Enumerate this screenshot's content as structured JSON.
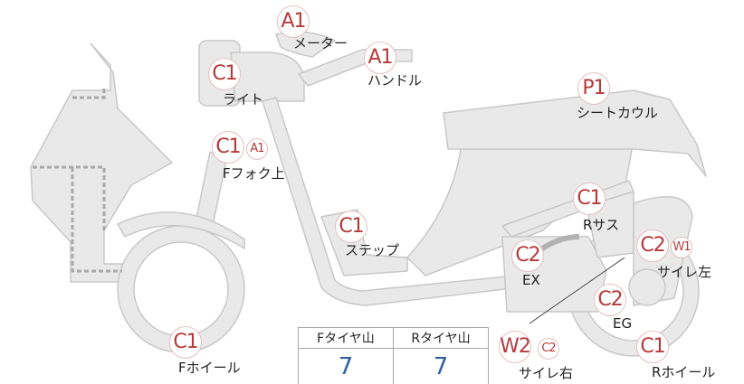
{
  "colors": {
    "badge_text": "#b73a3a",
    "value_text": "#2f5f9c",
    "part_fill": "#e9e9e9",
    "part_stroke": "#c8c8c8",
    "dash": "#a9a9a9"
  },
  "parts": {
    "meter": {
      "label": "メーター",
      "badges": [
        "A1"
      ]
    },
    "handle": {
      "label": "ハンドル",
      "badges": [
        "A1"
      ]
    },
    "light": {
      "label": "ライト",
      "badges": [
        "C1"
      ]
    },
    "seat_cowl": {
      "label": "シートカウル",
      "badges": [
        "P1"
      ]
    },
    "f_fork": {
      "label": "Fフォク上",
      "badges": [
        "C1",
        "A1"
      ]
    },
    "step": {
      "label": "ステップ",
      "badges": [
        "C1"
      ]
    },
    "r_sus": {
      "label": "Rサス",
      "badges": [
        "C1"
      ]
    },
    "ex": {
      "label": "EX",
      "badges": [
        "C2"
      ]
    },
    "silencer_l": {
      "label": "サイレ左",
      "badges": [
        "C2",
        "W1"
      ]
    },
    "eg": {
      "label": "EG",
      "badges": [
        "C2"
      ]
    },
    "f_wheel": {
      "label": "Fホイール",
      "badges": [
        "C1"
      ]
    },
    "silencer_r": {
      "label": "サイレ右",
      "badges": [
        "W2",
        "C2"
      ]
    },
    "r_wheel": {
      "label": "Rホイール",
      "badges": [
        "C1"
      ]
    }
  },
  "tire_table": {
    "headers": [
      "Fタイヤ山",
      "Rタイヤ山"
    ],
    "values": [
      "7",
      "7"
    ]
  }
}
